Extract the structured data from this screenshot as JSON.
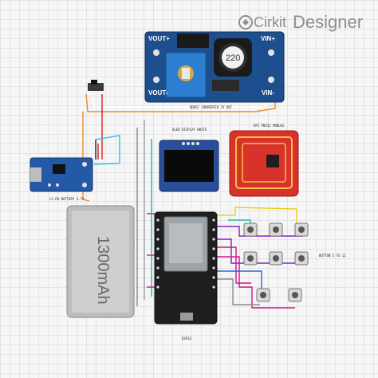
{
  "logo": {
    "brand": "Cirkit",
    "product": "Designer"
  },
  "colors": {
    "esp32_board": "#1f1f1f",
    "boost_board": "#1d4f8f",
    "rfid_board": "#d8322b",
    "charger_board": "#2459a8",
    "oled_board": "#2a4f9a",
    "battery": "#bdbdbd"
  },
  "components": {
    "boost_converter": {
      "label": "BOOST CONVERTER 7V OUT",
      "pins": {
        "vout_plus": "VOUT+",
        "vin_plus": "VIN+",
        "vout_minus": "VOUT-",
        "vin_minus": "VIN-"
      },
      "inductor_marking": "220"
    },
    "oled": {
      "label": "OLED DISPLAY WHITE"
    },
    "rfid": {
      "label": "RFC PN532 MODULE"
    },
    "charger": {
      "label": "LI-PO BATTERY 3.7V"
    },
    "battery": {
      "capacity": "1300mAh"
    },
    "buttons": {
      "label": "BUTTON 5 TO 12"
    },
    "esp32": {
      "label": "ESP32"
    }
  }
}
